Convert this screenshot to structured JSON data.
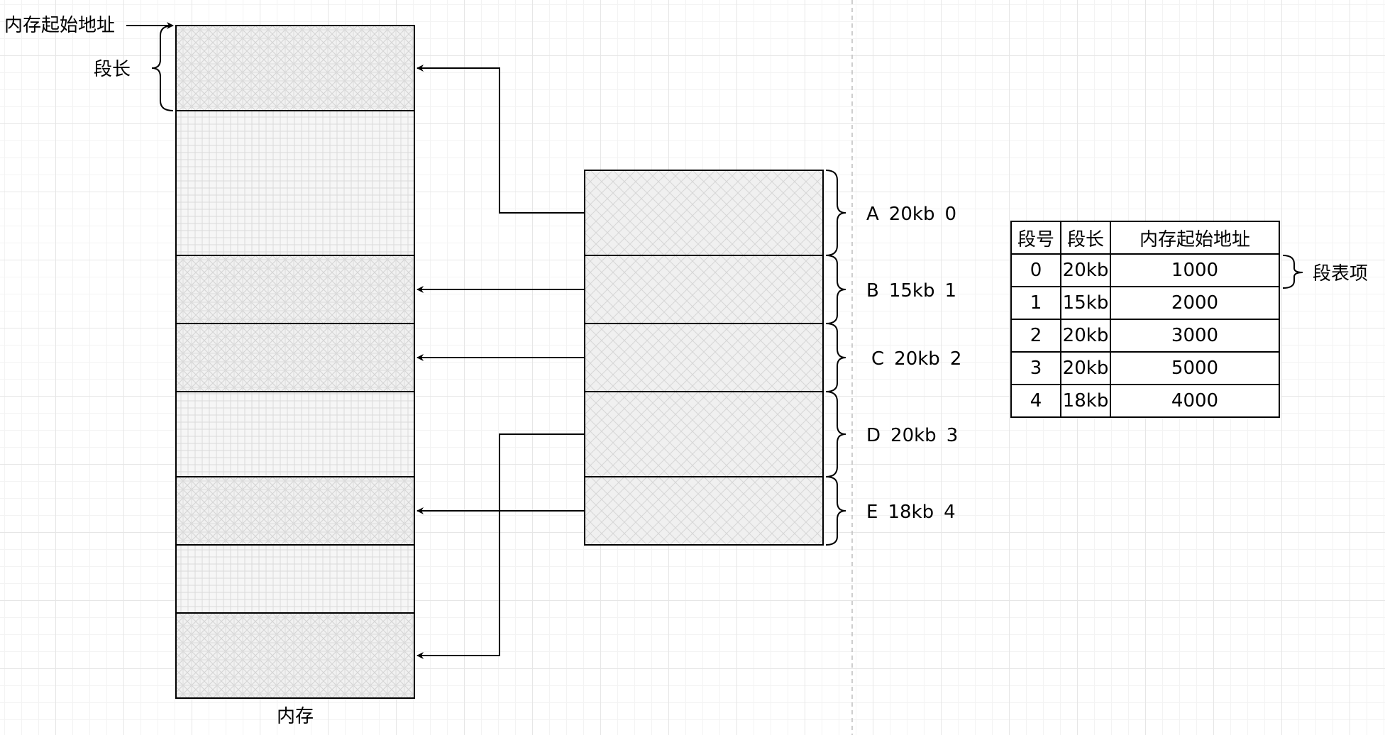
{
  "labels": {
    "mem_start_address": "内存起始地址",
    "segment_length": "段长",
    "memory": "内存",
    "segment_table_entry": "段表项"
  },
  "segments": [
    {
      "name": "A",
      "size": "20kb",
      "number": "0"
    },
    {
      "name": "B",
      "size": "15kb",
      "number": "1"
    },
    {
      "name": "C",
      "size": "20kb",
      "number": "2"
    },
    {
      "name": "D",
      "size": "20kb",
      "number": "3"
    },
    {
      "name": "E",
      "size": "18kb",
      "number": "4"
    }
  ],
  "segment_table": {
    "headers": [
      "段号",
      "段长",
      "内存起始地址"
    ],
    "rows": [
      [
        "0",
        "20kb",
        "1000"
      ],
      [
        "1",
        "15kb",
        "2000"
      ],
      [
        "2",
        "20kb",
        "3000"
      ],
      [
        "3",
        "20kb",
        "5000"
      ],
      [
        "4",
        "18kb",
        "4000"
      ]
    ]
  }
}
